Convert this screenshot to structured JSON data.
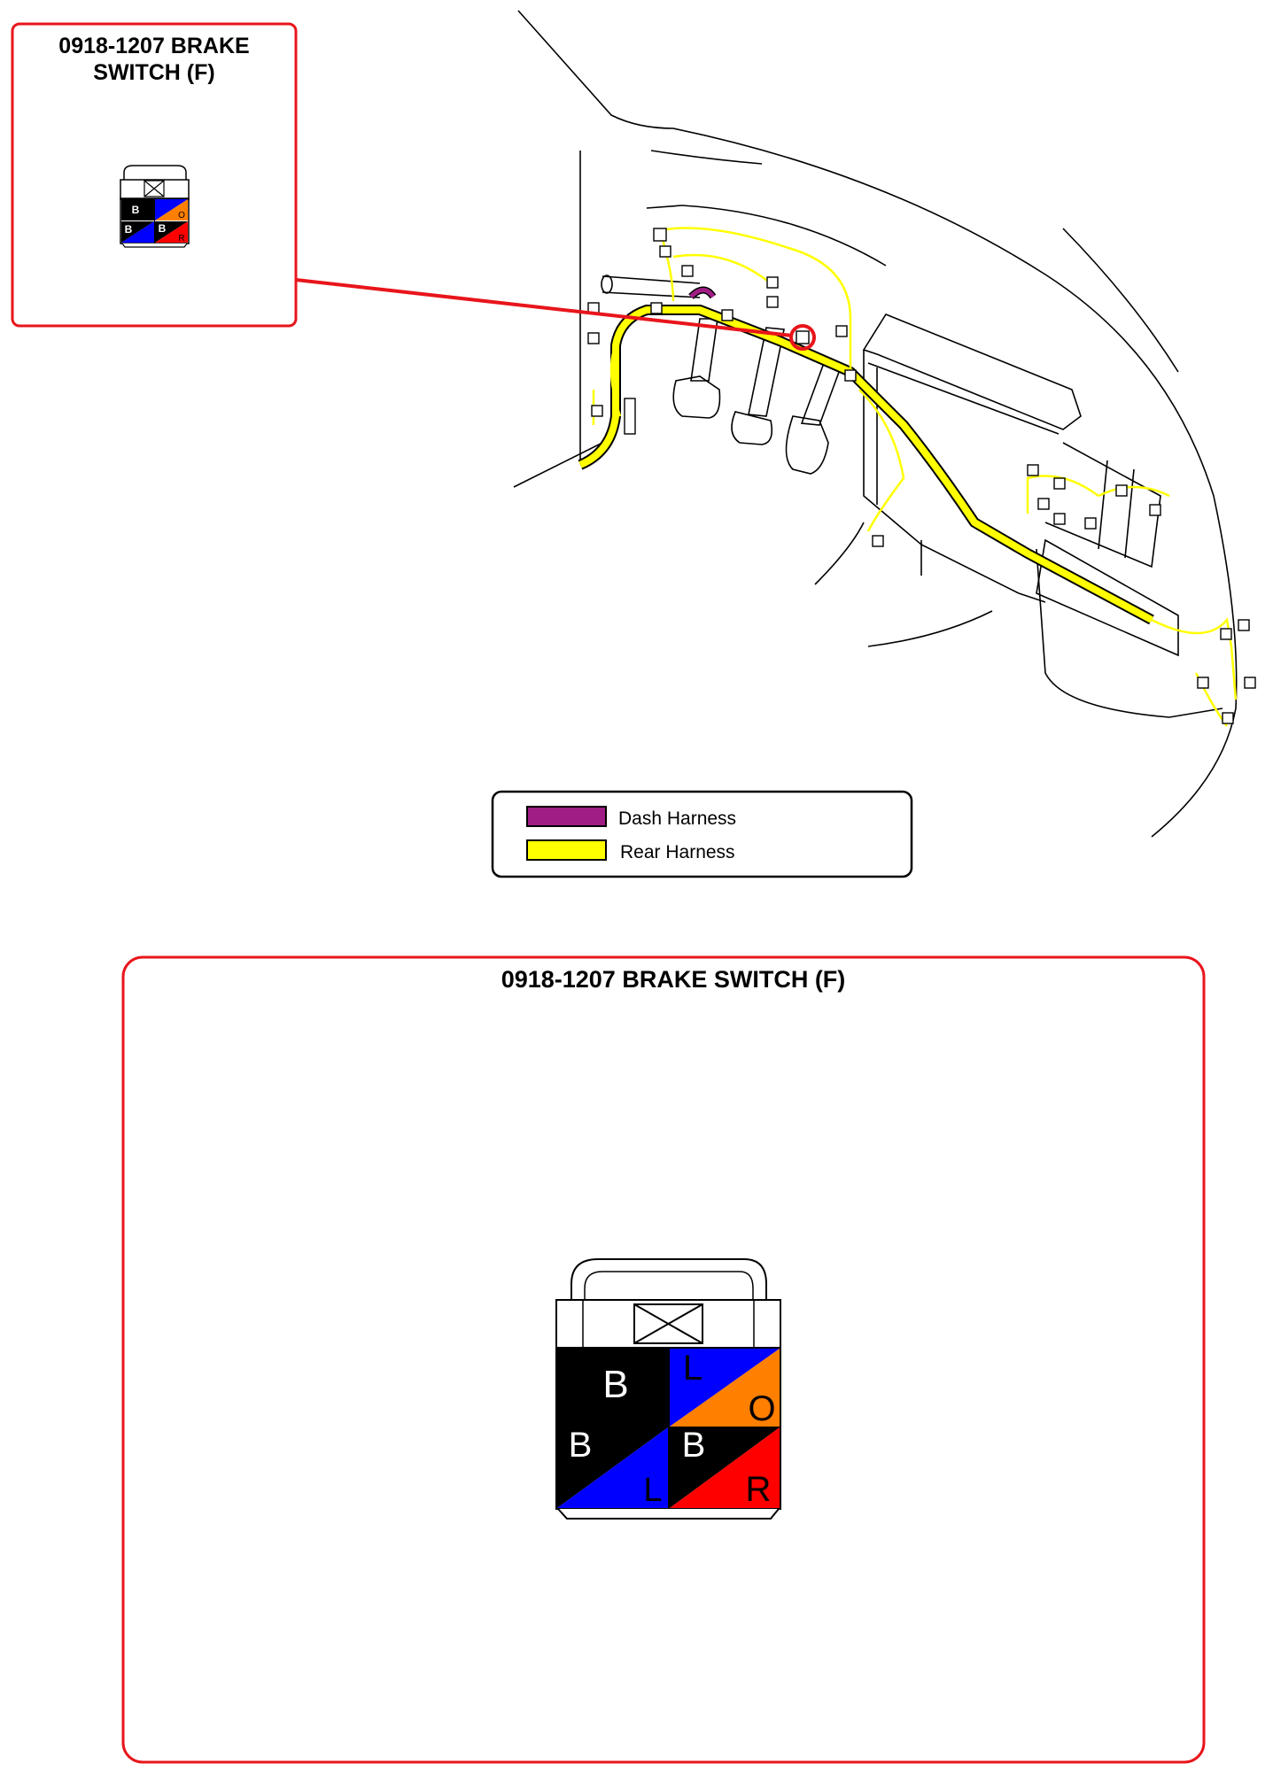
{
  "inset": {
    "title_line1": "0918-1207 BRAKE",
    "title_line2": "SWITCH (F)"
  },
  "detail": {
    "title": "0918-1207 BRAKE SWITCH (F)"
  },
  "legend": {
    "items": [
      {
        "label": "Dash Harness",
        "color": "#a01d86"
      },
      {
        "label": "Rear Harness",
        "color": "#ffff00"
      }
    ]
  },
  "connector": {
    "pins": [
      {
        "position": "top-left",
        "wires": [
          "B"
        ]
      },
      {
        "position": "top-right",
        "wires": [
          "L",
          "O"
        ]
      },
      {
        "position": "bottom-left",
        "wires": [
          "B",
          "L"
        ]
      },
      {
        "position": "bottom-right",
        "wires": [
          "B",
          "R"
        ]
      }
    ],
    "wire_colors": {
      "B": "#000000",
      "L": "#0000ff",
      "O": "#ff7f00",
      "R": "#ff0000"
    }
  },
  "colors": {
    "frame": "#e8151b",
    "harness_yellow": "#ffff00",
    "dash_purple": "#a01d86"
  }
}
